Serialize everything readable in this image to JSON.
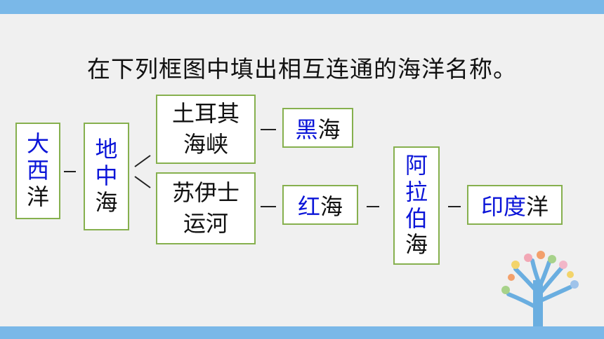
{
  "title": "在下列框图中填出相互连通的海洋名称。",
  "boxes": {
    "atlantic": {
      "answer": [
        "大",
        "西"
      ],
      "given": "洋"
    },
    "mediterranean": {
      "answer": [
        "地",
        "中"
      ],
      "given": "海"
    },
    "turkish_strait": {
      "line1": "土耳其",
      "line2": "海峡"
    },
    "black_sea": {
      "answer": "黑",
      "given": "海"
    },
    "suez_canal": {
      "line1": "苏伊士",
      "line2": "运河"
    },
    "red_sea": {
      "answer": "红",
      "given": "海"
    },
    "arabian_sea": {
      "answer": [
        "阿",
        "拉",
        "伯"
      ],
      "given": "海"
    },
    "indian_ocean": {
      "answer": "印度",
      "given": "洋"
    }
  },
  "colors": {
    "answer": "#0a14d8",
    "border": "#86b04e",
    "bars": "#7ab8e8",
    "background": "#f0f0f0"
  }
}
